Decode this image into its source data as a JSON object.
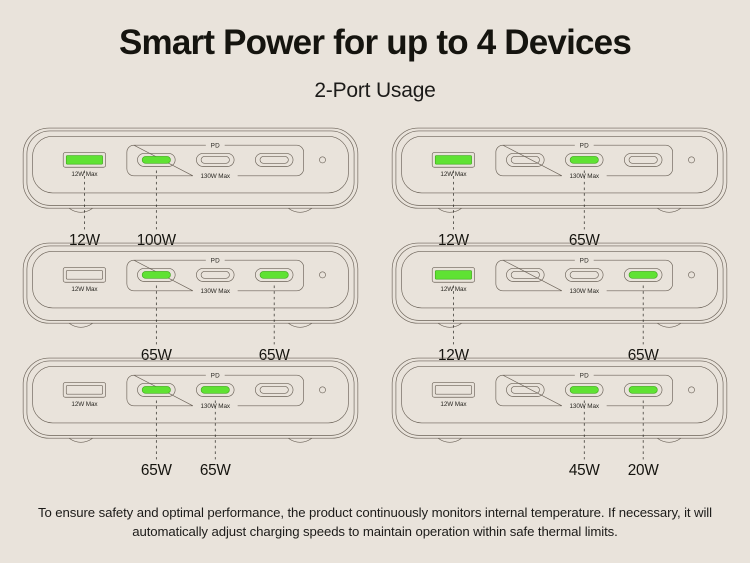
{
  "header": {
    "title": "Smart Power for up to 4 Devices",
    "subtitle": "2-Port Usage"
  },
  "labels": {
    "usb_a_max": "12W Max",
    "pd_group": "PD",
    "pd_max": "130W Max"
  },
  "colors": {
    "background": "#e9e3db",
    "active_port": "#5fe233",
    "outline": "#6b6258",
    "text": "#1c1b19"
  },
  "devices": [
    {
      "id": "device-1",
      "position": "top-left",
      "usb_a": {
        "active": true,
        "max_label": "12W Max",
        "callout": "12W"
      },
      "usb_c": [
        {
          "index": 1,
          "active": true,
          "callout": "100W"
        },
        {
          "index": 2,
          "active": false,
          "callout": ""
        },
        {
          "index": 3,
          "active": false,
          "callout": ""
        }
      ]
    },
    {
      "id": "device-2",
      "position": "top-right",
      "usb_a": {
        "active": true,
        "max_label": "12W Max",
        "callout": "12W"
      },
      "usb_c": [
        {
          "index": 1,
          "active": false,
          "callout": ""
        },
        {
          "index": 2,
          "active": true,
          "callout": "65W"
        },
        {
          "index": 3,
          "active": false,
          "callout": ""
        }
      ]
    },
    {
      "id": "device-3",
      "position": "middle-left",
      "usb_a": {
        "active": false,
        "max_label": "12W Max",
        "callout": ""
      },
      "usb_c": [
        {
          "index": 1,
          "active": true,
          "callout": "65W"
        },
        {
          "index": 2,
          "active": false,
          "callout": ""
        },
        {
          "index": 3,
          "active": true,
          "callout": "65W"
        }
      ]
    },
    {
      "id": "device-4",
      "position": "middle-right",
      "usb_a": {
        "active": true,
        "max_label": "12W Max",
        "callout": "12W"
      },
      "usb_c": [
        {
          "index": 1,
          "active": false,
          "callout": ""
        },
        {
          "index": 2,
          "active": false,
          "callout": ""
        },
        {
          "index": 3,
          "active": true,
          "callout": "65W"
        }
      ]
    },
    {
      "id": "device-5",
      "position": "bottom-left",
      "usb_a": {
        "active": false,
        "max_label": "12W Max",
        "callout": ""
      },
      "usb_c": [
        {
          "index": 1,
          "active": true,
          "callout": "65W"
        },
        {
          "index": 2,
          "active": true,
          "callout": "65W"
        },
        {
          "index": 3,
          "active": false,
          "callout": ""
        }
      ]
    },
    {
      "id": "device-6",
      "position": "bottom-right",
      "usb_a": {
        "active": false,
        "max_label": "12W Max",
        "callout": ""
      },
      "usb_c": [
        {
          "index": 1,
          "active": false,
          "callout": ""
        },
        {
          "index": 2,
          "active": true,
          "callout": "45W"
        },
        {
          "index": 3,
          "active": true,
          "callout": "20W"
        }
      ]
    }
  ],
  "footer": {
    "note": "To ensure safety and optimal performance, the product continuously monitors internal temperature. If necessary, it will automatically adjust charging speeds to maintain operation within safe thermal limits."
  }
}
